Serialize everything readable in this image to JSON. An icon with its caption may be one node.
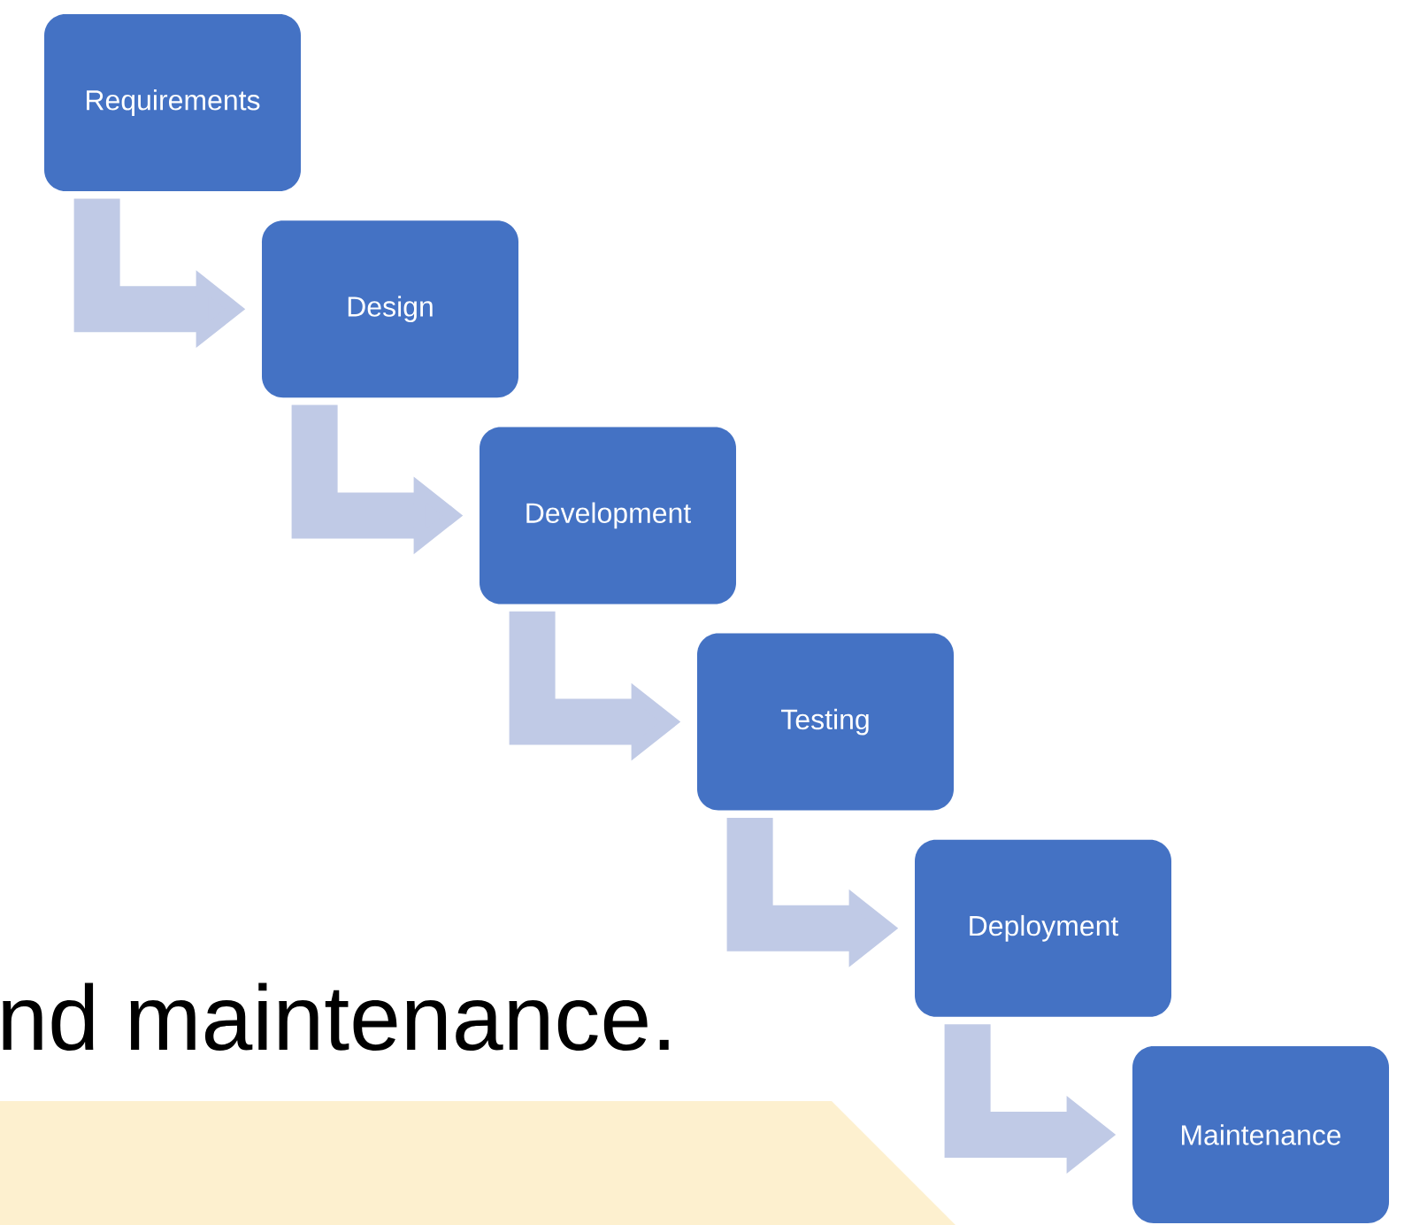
{
  "diagram": {
    "nodes": [
      {
        "text": [
          "Requirements"
        ]
      },
      {
        "text": [
          "Design"
        ]
      },
      {
        "text": [
          "Development"
        ]
      },
      {
        "text": [
          "Testing"
        ]
      },
      {
        "text": [
          "Deployment"
        ]
      },
      {
        "text": [
          "Maintenance"
        ]
      }
    ],
    "edges": [
      {
        "from": 0,
        "to": 1,
        "arrow": "to"
      },
      {
        "from": 1,
        "to": 2,
        "arrow": "to"
      },
      {
        "from": 2,
        "to": 3,
        "arrow": "to"
      },
      {
        "from": 3,
        "to": 4,
        "arrow": "to"
      },
      {
        "from": 4,
        "to": 5,
        "arrow": "to"
      }
    ],
    "labels": [
      "nd maintenance."
    ]
  }
}
